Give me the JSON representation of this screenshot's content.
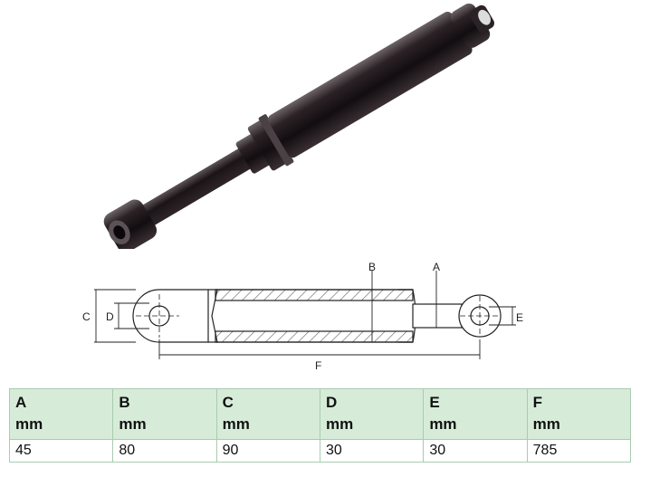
{
  "figure": {
    "photo_name": "hydraulic-cylinder",
    "dimension_labels": {
      "A": "A",
      "B": "B",
      "C": "C",
      "D": "D",
      "E": "E",
      "F": "F"
    }
  },
  "table": {
    "columns": [
      {
        "label": "A",
        "unit": "mm"
      },
      {
        "label": "B",
        "unit": "mm"
      },
      {
        "label": "C",
        "unit": "mm"
      },
      {
        "label": "D",
        "unit": "mm"
      },
      {
        "label": "E",
        "unit": "mm"
      },
      {
        "label": "F",
        "unit": "mm"
      }
    ],
    "rows": [
      [
        "45",
        "80",
        "90",
        "30",
        "30",
        "785"
      ]
    ]
  },
  "colors": {
    "header_bg": "#d6ecd9",
    "border": "#a9cbb0",
    "cylinder": "#1a1418"
  }
}
